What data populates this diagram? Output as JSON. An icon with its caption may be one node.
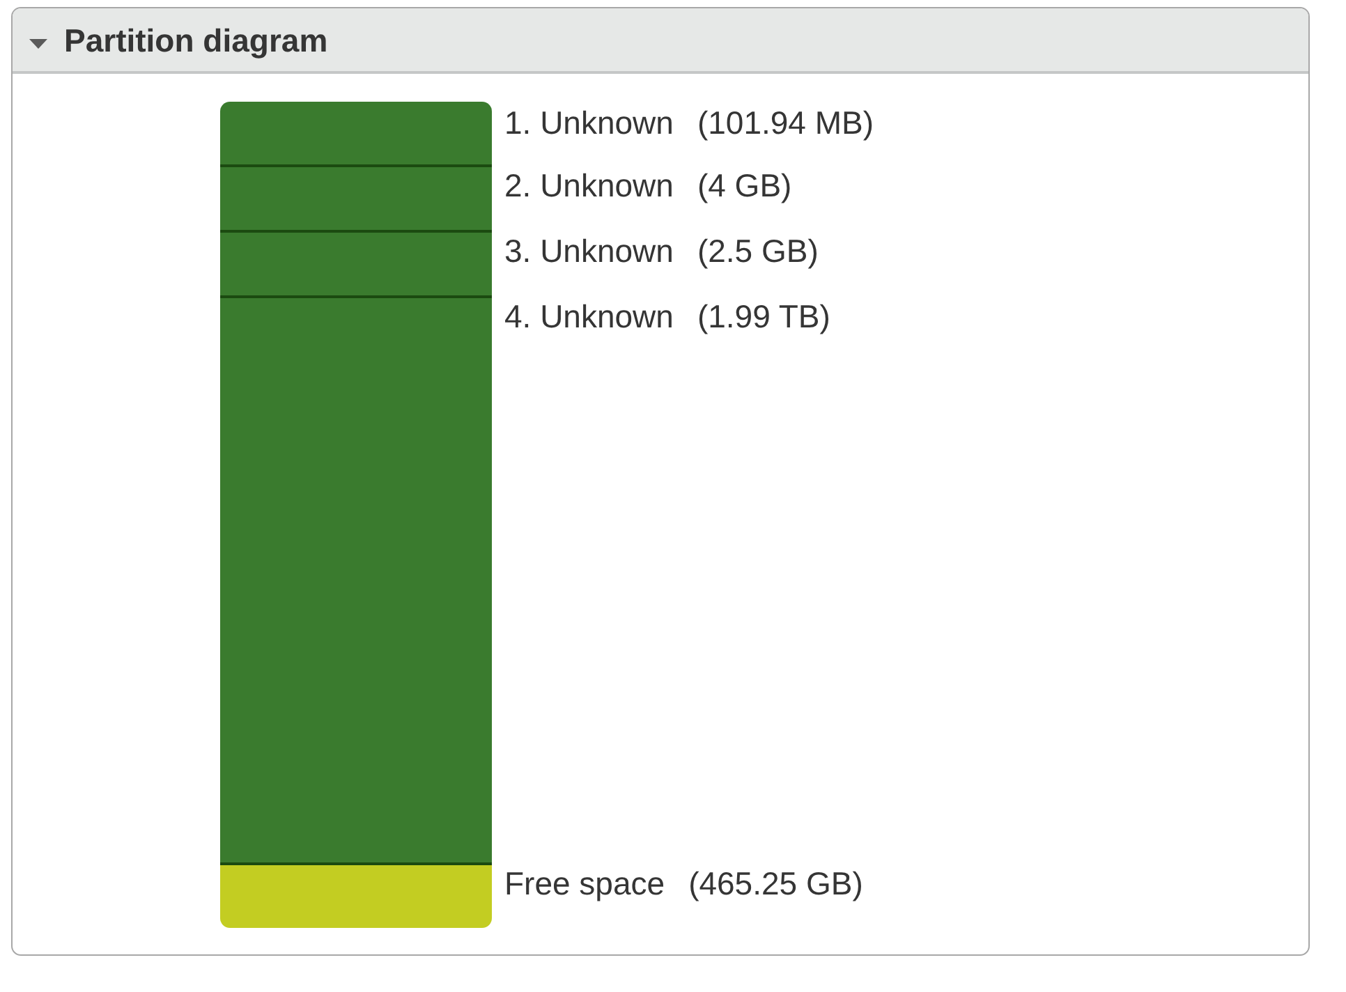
{
  "diagram": {
    "title": "Partition diagram",
    "nodes": [
      {
        "text": [],
        "shape": "bar",
        "beside": [
          "1. Unknown",
          "(101.94 MB)"
        ]
      },
      {
        "text": [],
        "shape": "bar",
        "beside": [
          "2. Unknown",
          "(4 GB)"
        ]
      },
      {
        "text": [],
        "shape": "bar",
        "beside": [
          "3. Unknown",
          "(2.5 GB)"
        ]
      },
      {
        "text": [],
        "shape": "bar",
        "beside": [
          "4. Unknown",
          "(1.99 TB)"
        ]
      },
      {
        "text": [],
        "shape": "bar",
        "beside": [
          "Free space",
          "(465.25 GB)"
        ]
      }
    ],
    "edges": []
  }
}
